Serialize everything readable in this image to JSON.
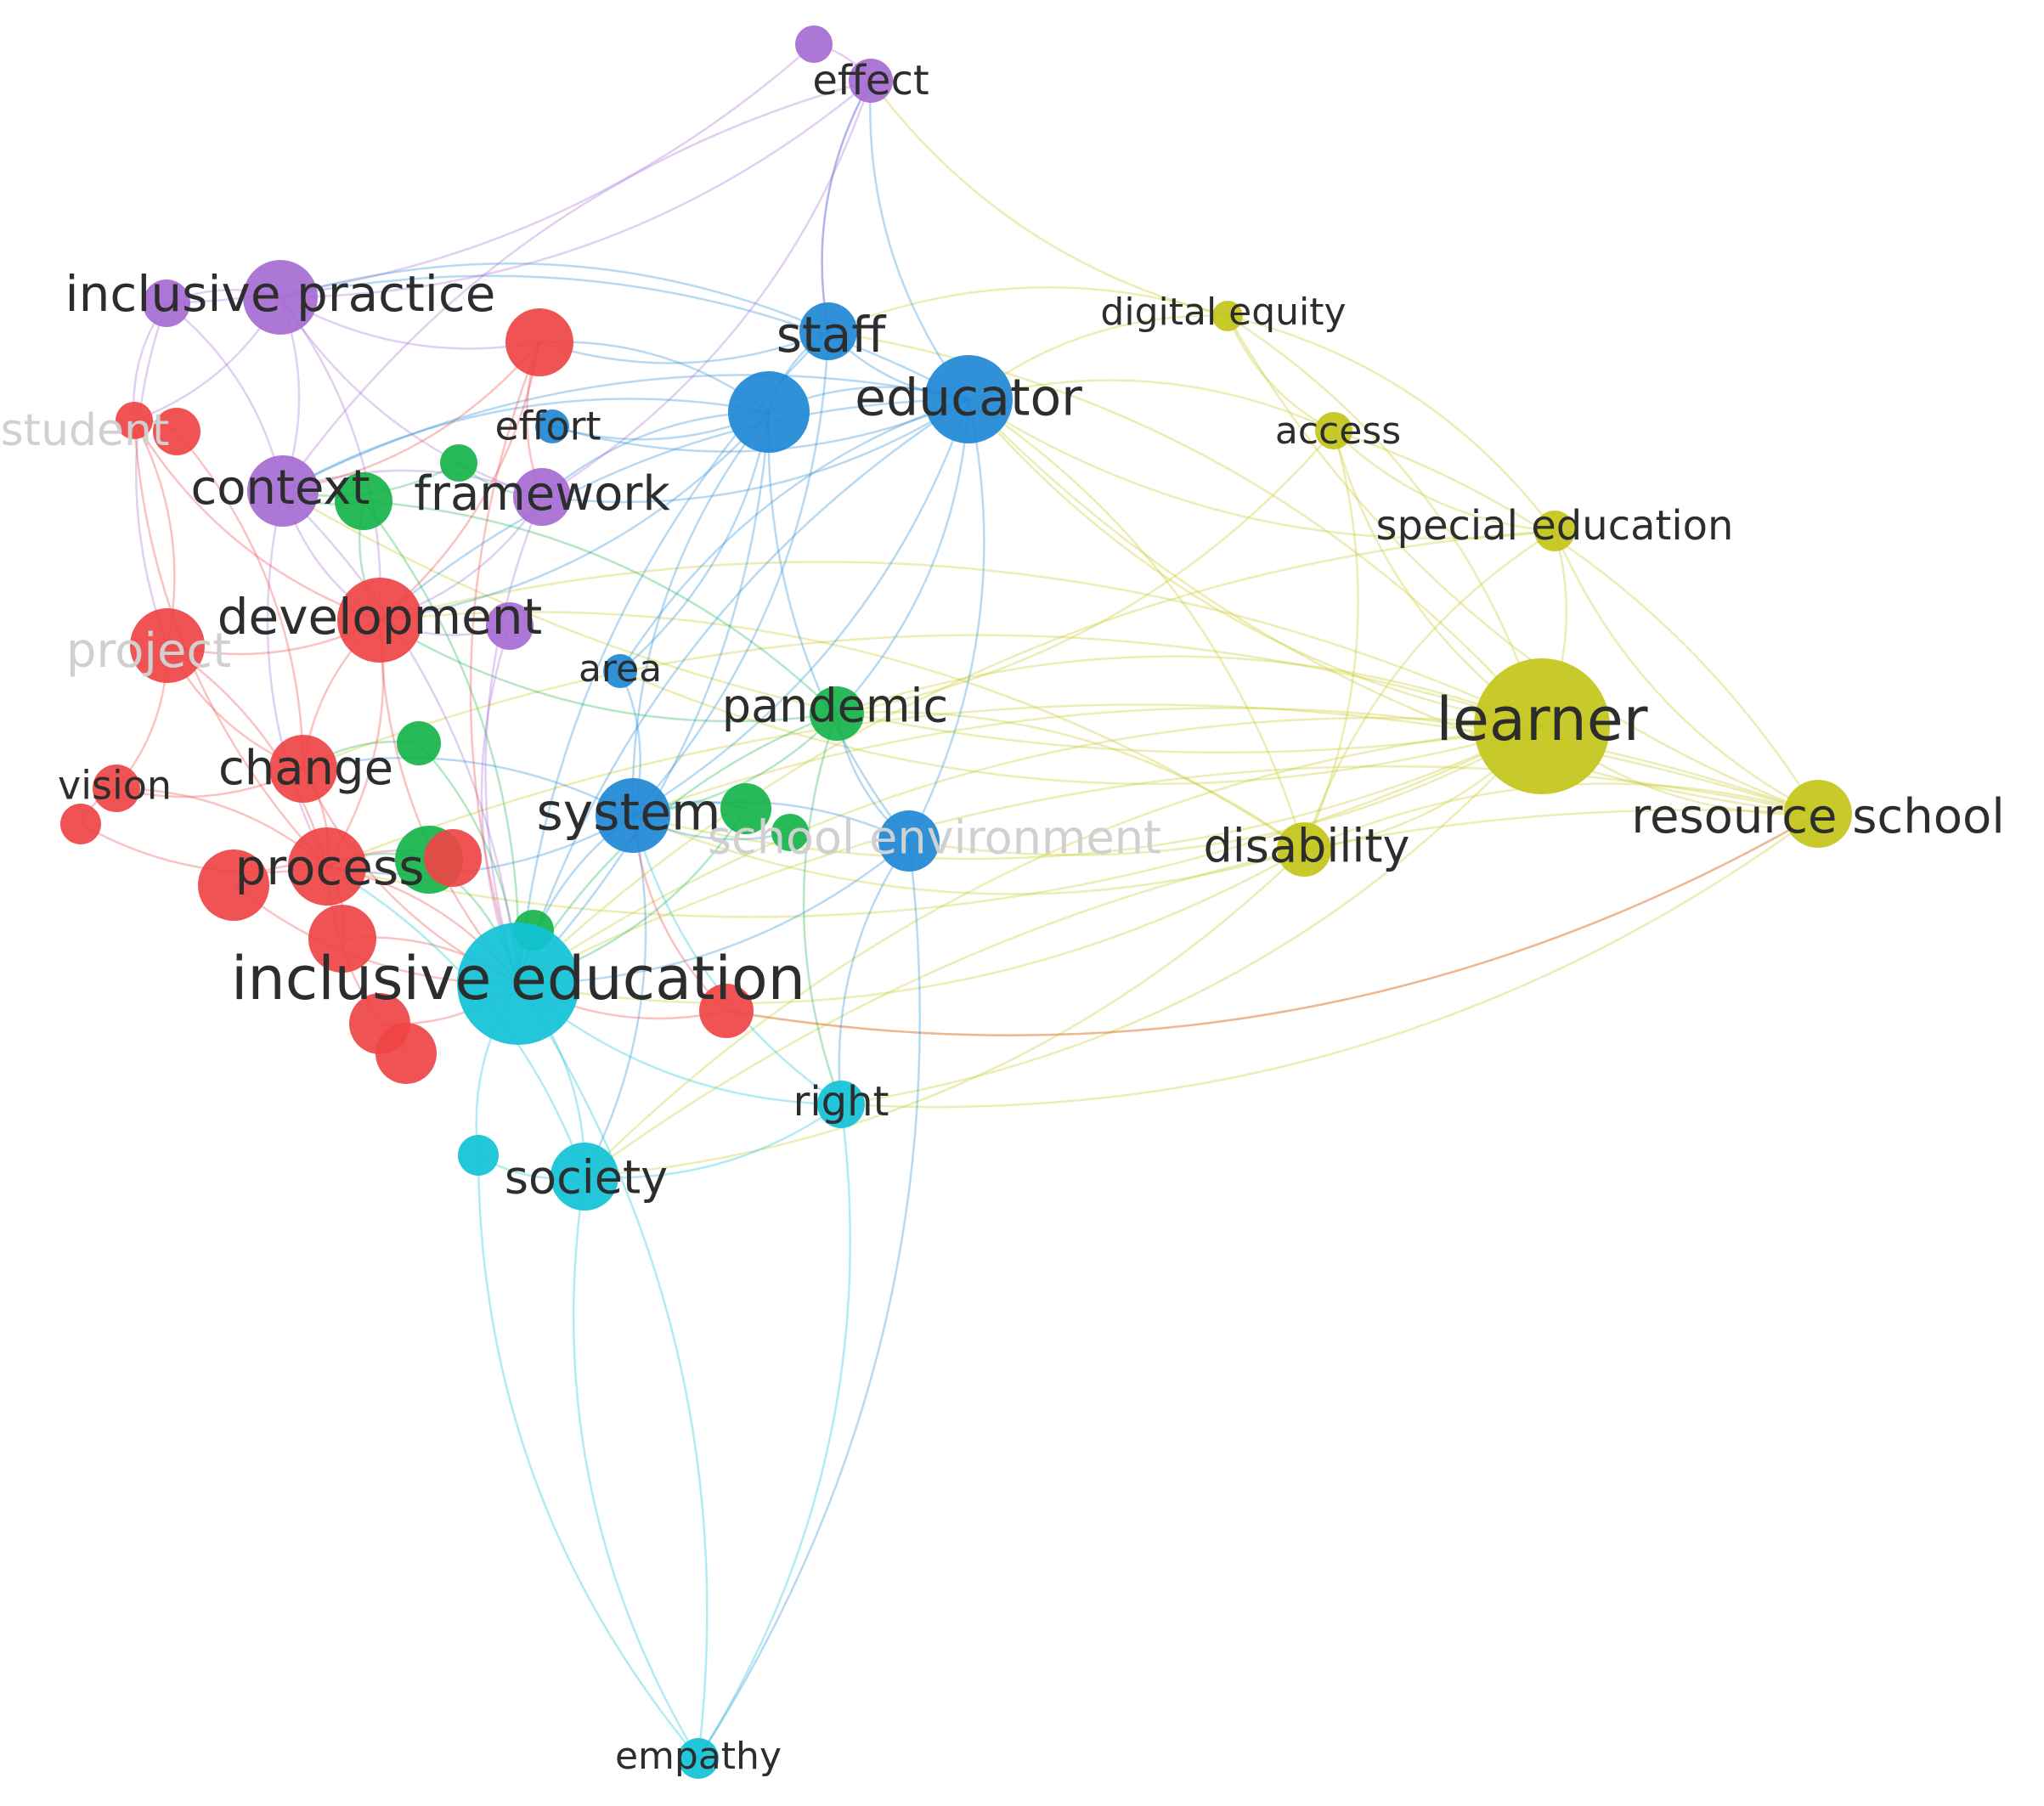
{
  "clusters": {
    "red": "#ef4444",
    "green": "#16b34a",
    "blue": "#1e88d6",
    "yellow": "#c3c61a",
    "purple": "#a66bd3",
    "cyan": "#10c2d6"
  },
  "nodes": [
    {
      "id": "learner",
      "label": "learner",
      "cluster": "yellow"
    },
    {
      "id": "resource-school",
      "label": "resource school",
      "cluster": "yellow"
    },
    {
      "id": "disability",
      "label": "disability",
      "cluster": "yellow"
    },
    {
      "id": "special-education",
      "label": "special education",
      "cluster": "yellow"
    },
    {
      "id": "access",
      "label": "access",
      "cluster": "yellow"
    },
    {
      "id": "digital-equity",
      "label": "digital equity",
      "cluster": "yellow"
    },
    {
      "id": "educator",
      "label": "educator",
      "cluster": "blue"
    },
    {
      "id": "staff",
      "label": "staff",
      "cluster": "blue"
    },
    {
      "id": "blue-hub",
      "label": "",
      "cluster": "blue"
    },
    {
      "id": "effort",
      "label": "effort",
      "cluster": "blue"
    },
    {
      "id": "area",
      "label": "area",
      "cluster": "blue"
    },
    {
      "id": "system",
      "label": "system",
      "cluster": "blue"
    },
    {
      "id": "school-environment",
      "label": "school environment",
      "cluster": "blue",
      "faded": true
    },
    {
      "id": "pandemic",
      "label": "pandemic",
      "cluster": "green"
    },
    {
      "id": "framework-green",
      "label": "",
      "cluster": "green"
    },
    {
      "id": "green-small",
      "label": "",
      "cluster": "green"
    },
    {
      "id": "green-mid",
      "label": "",
      "cluster": "green"
    },
    {
      "id": "green-system-a",
      "label": "",
      "cluster": "green"
    },
    {
      "id": "green-system-b",
      "label": "",
      "cluster": "green"
    },
    {
      "id": "green-process",
      "label": "",
      "cluster": "green"
    },
    {
      "id": "green-ie",
      "label": "",
      "cluster": "green"
    },
    {
      "id": "effect",
      "label": "effect",
      "cluster": "purple"
    },
    {
      "id": "effect-top",
      "label": "",
      "cluster": "purple"
    },
    {
      "id": "inclusive-practice",
      "label": "inclusive practice",
      "cluster": "purple"
    },
    {
      "id": "purple-left",
      "label": "",
      "cluster": "purple"
    },
    {
      "id": "context",
      "label": "context",
      "cluster": "purple"
    },
    {
      "id": "framework",
      "label": "framework",
      "cluster": "purple"
    },
    {
      "id": "purple-dev",
      "label": "",
      "cluster": "purple"
    },
    {
      "id": "development",
      "label": "development",
      "cluster": "red"
    },
    {
      "id": "project",
      "label": "project",
      "cluster": "red",
      "faded": true
    },
    {
      "id": "student",
      "label": "student",
      "cluster": "red",
      "faded": true
    },
    {
      "id": "red-student-b",
      "label": "",
      "cluster": "red"
    },
    {
      "id": "red-top",
      "label": "",
      "cluster": "red"
    },
    {
      "id": "change",
      "label": "change",
      "cluster": "red"
    },
    {
      "id": "vision",
      "label": "vision",
      "cluster": "red"
    },
    {
      "id": "red-vision-b",
      "label": "",
      "cluster": "red"
    },
    {
      "id": "process",
      "label": "process",
      "cluster": "red"
    },
    {
      "id": "red-process-a",
      "label": "",
      "cluster": "red"
    },
    {
      "id": "red-process-b",
      "label": "",
      "cluster": "red"
    },
    {
      "id": "red-low-a",
      "label": "",
      "cluster": "red"
    },
    {
      "id": "red-low-b",
      "label": "",
      "cluster": "red"
    },
    {
      "id": "red-low-c",
      "label": "",
      "cluster": "red"
    },
    {
      "id": "red-right",
      "label": "",
      "cluster": "red"
    },
    {
      "id": "inclusive-education",
      "label": "inclusive education",
      "cluster": "cyan"
    },
    {
      "id": "right",
      "label": "right",
      "cluster": "cyan"
    },
    {
      "id": "society",
      "label": "society",
      "cluster": "cyan"
    },
    {
      "id": "cyan-small",
      "label": "",
      "cluster": "cyan"
    },
    {
      "id": "empathy",
      "label": "empathy",
      "cluster": "cyan"
    }
  ],
  "edges": [
    [
      "learner",
      "resource-school"
    ],
    [
      "learner",
      "disability"
    ],
    [
      "learner",
      "special-education"
    ],
    [
      "learner",
      "access"
    ],
    [
      "learner",
      "digital-equity"
    ],
    [
      "learner",
      "educator"
    ],
    [
      "learner",
      "inclusive-education"
    ],
    [
      "learner",
      "system"
    ],
    [
      "learner",
      "pandemic"
    ],
    [
      "learner",
      "school-environment"
    ],
    [
      "learner",
      "society"
    ],
    [
      "learner",
      "right"
    ],
    [
      "learner",
      "development"
    ],
    [
      "learner",
      "process"
    ],
    [
      "learner",
      "staff"
    ],
    [
      "learner",
      "context"
    ],
    [
      "learner",
      "change"
    ],
    [
      "learner",
      "area"
    ],
    [
      "resource-school",
      "disability"
    ],
    [
      "resource-school",
      "special-education"
    ],
    [
      "resource-school",
      "access"
    ],
    [
      "resource-school",
      "digital-equity"
    ],
    [
      "resource-school",
      "inclusive-education"
    ],
    [
      "resource-school",
      "educator"
    ],
    [
      "resource-school",
      "society"
    ],
    [
      "resource-school",
      "right"
    ],
    [
      "resource-school",
      "system"
    ],
    [
      "resource-school",
      "red-right"
    ],
    [
      "resource-school",
      "process"
    ],
    [
      "disability",
      "special-education"
    ],
    [
      "disability",
      "access"
    ],
    [
      "disability",
      "inclusive-education"
    ],
    [
      "disability",
      "educator"
    ],
    [
      "disability",
      "system"
    ],
    [
      "disability",
      "pandemic"
    ],
    [
      "disability",
      "society"
    ],
    [
      "disability",
      "development"
    ],
    [
      "special-education",
      "access"
    ],
    [
      "special-education",
      "digital-equity"
    ],
    [
      "special-education",
      "educator"
    ],
    [
      "special-education",
      "inclusive-education"
    ],
    [
      "access",
      "digital-equity"
    ],
    [
      "access",
      "educator"
    ],
    [
      "access",
      "pandemic"
    ],
    [
      "digital-equity",
      "educator"
    ],
    [
      "digital-equity",
      "effect"
    ],
    [
      "digital-equity",
      "staff"
    ],
    [
      "educator",
      "staff"
    ],
    [
      "educator",
      "blue-hub"
    ],
    [
      "educator",
      "system"
    ],
    [
      "educator",
      "area"
    ],
    [
      "educator",
      "school-environment"
    ],
    [
      "educator",
      "inclusive-education"
    ],
    [
      "educator",
      "pandemic"
    ],
    [
      "educator",
      "development"
    ],
    [
      "educator",
      "framework"
    ],
    [
      "educator",
      "context"
    ],
    [
      "educator",
      "effort"
    ],
    [
      "educator",
      "inclusive-practice"
    ],
    [
      "educator",
      "effect"
    ],
    [
      "staff",
      "blue-hub"
    ],
    [
      "staff",
      "system"
    ],
    [
      "staff",
      "inclusive-education"
    ],
    [
      "staff",
      "red-top"
    ],
    [
      "staff",
      "inclusive-practice"
    ],
    [
      "staff",
      "effect"
    ],
    [
      "blue-hub",
      "system"
    ],
    [
      "blue-hub",
      "area"
    ],
    [
      "blue-hub",
      "school-environment"
    ],
    [
      "blue-hub",
      "inclusive-education"
    ],
    [
      "blue-hub",
      "framework"
    ],
    [
      "blue-hub",
      "development"
    ],
    [
      "blue-hub",
      "red-top"
    ],
    [
      "blue-hub",
      "effort"
    ],
    [
      "blue-hub",
      "context"
    ],
    [
      "system",
      "school-environment"
    ],
    [
      "system",
      "inclusive-education"
    ],
    [
      "system",
      "process"
    ],
    [
      "system",
      "area"
    ],
    [
      "system",
      "green-system-a"
    ],
    [
      "system",
      "green-system-b"
    ],
    [
      "system",
      "society"
    ],
    [
      "system",
      "change"
    ],
    [
      "school-environment",
      "inclusive-education"
    ],
    [
      "school-environment",
      "right"
    ],
    [
      "school-environment",
      "pandemic"
    ],
    [
      "pandemic",
      "inclusive-education"
    ],
    [
      "pandemic",
      "system"
    ],
    [
      "pandemic",
      "framework-green"
    ],
    [
      "pandemic",
      "development"
    ],
    [
      "pandemic",
      "right"
    ],
    [
      "framework-green",
      "context"
    ],
    [
      "framework-green",
      "development"
    ],
    [
      "framework-green",
      "inclusive-education"
    ],
    [
      "green-small",
      "framework"
    ],
    [
      "green-small",
      "context"
    ],
    [
      "green-mid",
      "change"
    ],
    [
      "green-mid",
      "inclusive-education"
    ],
    [
      "green-process",
      "process"
    ],
    [
      "green-process",
      "inclusive-education"
    ],
    [
      "green-ie",
      "inclusive-education"
    ],
    [
      "green-system-a",
      "inclusive-education"
    ],
    [
      "effect",
      "effect-top"
    ],
    [
      "effect",
      "inclusive-practice"
    ],
    [
      "effect",
      "context"
    ],
    [
      "effect",
      "framework"
    ],
    [
      "effect",
      "staff"
    ],
    [
      "effect-top",
      "purple-left"
    ],
    [
      "inclusive-practice",
      "purple-left"
    ],
    [
      "inclusive-practice",
      "context"
    ],
    [
      "inclusive-practice",
      "framework"
    ],
    [
      "inclusive-practice",
      "development"
    ],
    [
      "inclusive-practice",
      "red-top"
    ],
    [
      "inclusive-practice",
      "student"
    ],
    [
      "purple-left",
      "student"
    ],
    [
      "purple-left",
      "context"
    ],
    [
      "purple-left",
      "project"
    ],
    [
      "context",
      "framework"
    ],
    [
      "context",
      "development"
    ],
    [
      "context",
      "inclusive-education"
    ],
    [
      "context",
      "process"
    ],
    [
      "framework",
      "development"
    ],
    [
      "framework",
      "inclusive-education"
    ],
    [
      "purple-dev",
      "development"
    ],
    [
      "purple-dev",
      "inclusive-education"
    ],
    [
      "development",
      "project"
    ],
    [
      "development",
      "change"
    ],
    [
      "development",
      "process"
    ],
    [
      "development",
      "inclusive-education"
    ],
    [
      "development",
      "student"
    ],
    [
      "development",
      "red-top"
    ],
    [
      "project",
      "vision"
    ],
    [
      "project",
      "change"
    ],
    [
      "project",
      "process"
    ],
    [
      "project",
      "student"
    ],
    [
      "student",
      "red-student-b"
    ],
    [
      "student",
      "process"
    ],
    [
      "red-student-b",
      "change"
    ],
    [
      "red-top",
      "framework"
    ],
    [
      "red-top",
      "context"
    ],
    [
      "red-top",
      "inclusive-education"
    ],
    [
      "change",
      "process"
    ],
    [
      "change",
      "inclusive-education"
    ],
    [
      "change",
      "vision"
    ],
    [
      "vision",
      "red-vision-b"
    ],
    [
      "vision",
      "process"
    ],
    [
      "red-vision-b",
      "process"
    ],
    [
      "process",
      "inclusive-education"
    ],
    [
      "process",
      "red-process-a"
    ],
    [
      "process",
      "red-process-b"
    ],
    [
      "red-process-a",
      "inclusive-education"
    ],
    [
      "red-low-a",
      "inclusive-education"
    ],
    [
      "red-low-b",
      "inclusive-education"
    ],
    [
      "red-low-c",
      "process"
    ],
    [
      "red-low-a",
      "process"
    ],
    [
      "red-right",
      "inclusive-education"
    ],
    [
      "red-right",
      "resource-school"
    ],
    [
      "red-right",
      "system"
    ],
    [
      "inclusive-education",
      "right"
    ],
    [
      "inclusive-education",
      "society"
    ],
    [
      "inclusive-education",
      "cyan-small"
    ],
    [
      "inclusive-education",
      "empathy"
    ],
    [
      "society",
      "right"
    ],
    [
      "society",
      "cyan-small"
    ],
    [
      "society",
      "empathy"
    ],
    [
      "right",
      "empathy"
    ],
    [
      "cyan-small",
      "empathy"
    ],
    [
      "school-environment",
      "empathy"
    ],
    [
      "society",
      "process"
    ],
    [
      "right",
      "system"
    ]
  ]
}
